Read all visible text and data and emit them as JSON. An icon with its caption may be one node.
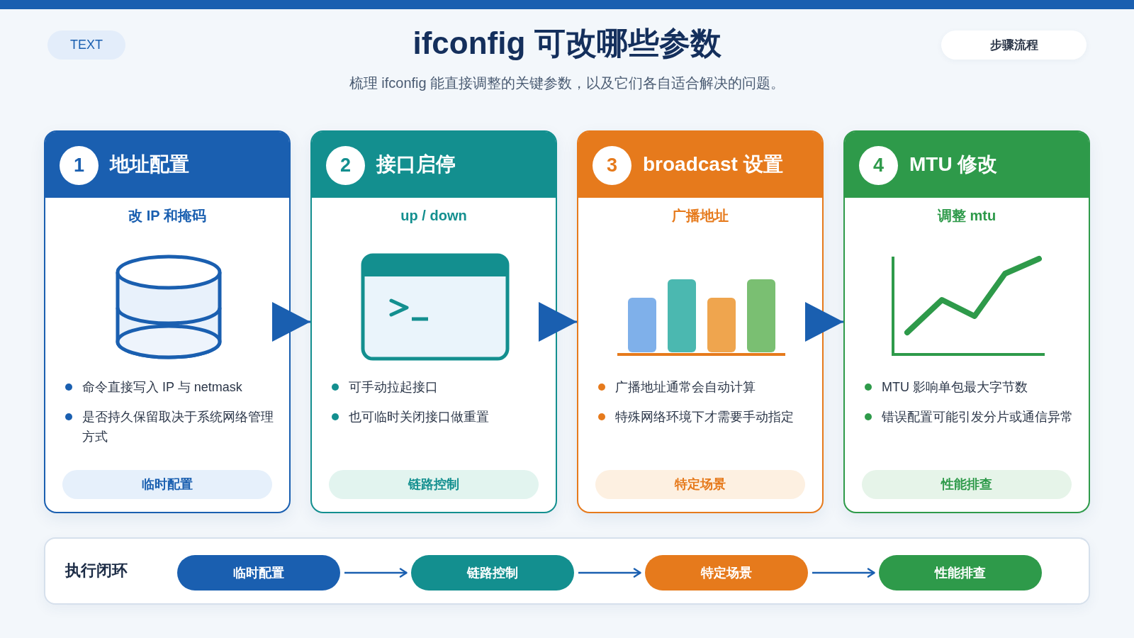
{
  "diagram": {
    "title": "ifconfig 可改哪些参数",
    "nodes": [
      {
        "text": [
          "TEXT"
        ]
      },
      {
        "text": [
          "步骤流程"
        ]
      },
      {
        "text": [
          "地址配置",
          "改 IP 和掩码",
          "命令直接写入 IP 与 netmask",
          "是否持久保留取决于系统网络管理方式"
        ]
      },
      {
        "text": [
          "1"
        ],
        "in": 2
      },
      {
        "text": [
          "临时配置"
        ],
        "in": 2
      },
      {
        "text": [
          "接口启停",
          "up / down",
          "可手动拉起接口",
          "也可临时关闭接口做重置"
        ]
      },
      {
        "text": [
          "2"
        ],
        "in": 5
      },
      {
        "text": [
          "链路控制"
        ],
        "in": 5
      },
      {
        "text": [
          "broadcast 设置",
          "广播地址",
          "广播地址通常会自动计算",
          "特殊网络环境下才需要手动指定"
        ]
      },
      {
        "text": [
          "3"
        ],
        "in": 8
      },
      {
        "text": [
          "特定场景"
        ],
        "in": 8
      },
      {
        "text": [
          "MTU 修改",
          "调整 mtu",
          "MTU 影响单包最大字节数",
          "错误配置可能引发分片或通信异常"
        ]
      },
      {
        "text": [
          "4"
        ],
        "in": 11
      },
      {
        "text": [
          "性能排查"
        ],
        "in": 11
      },
      {
        "text": [
          "执行闭环"
        ]
      },
      {
        "text": [
          "临时配置"
        ],
        "in": 14
      },
      {
        "text": [
          "链路控制"
        ],
        "in": 14
      },
      {
        "text": [
          "特定场景"
        ],
        "in": 14
      },
      {
        "text": [
          "性能排查"
        ],
        "in": 14
      }
    ],
    "edges": [
      {
        "from": 2,
        "to": 5,
        "arrow": "to"
      },
      {
        "from": 5,
        "to": 8,
        "arrow": "to"
      },
      {
        "from": 8,
        "to": 11,
        "arrow": "to"
      },
      {
        "from": 15,
        "to": 16,
        "arrow": "to"
      },
      {
        "from": 16,
        "to": 17,
        "arrow": "to"
      },
      {
        "from": 17,
        "to": 18,
        "arrow": "to"
      }
    ],
    "labels": [
      "梳理 ifconfig 能直接调整的关键参数，以及它们各自适合解决的问题。"
    ]
  }
}
